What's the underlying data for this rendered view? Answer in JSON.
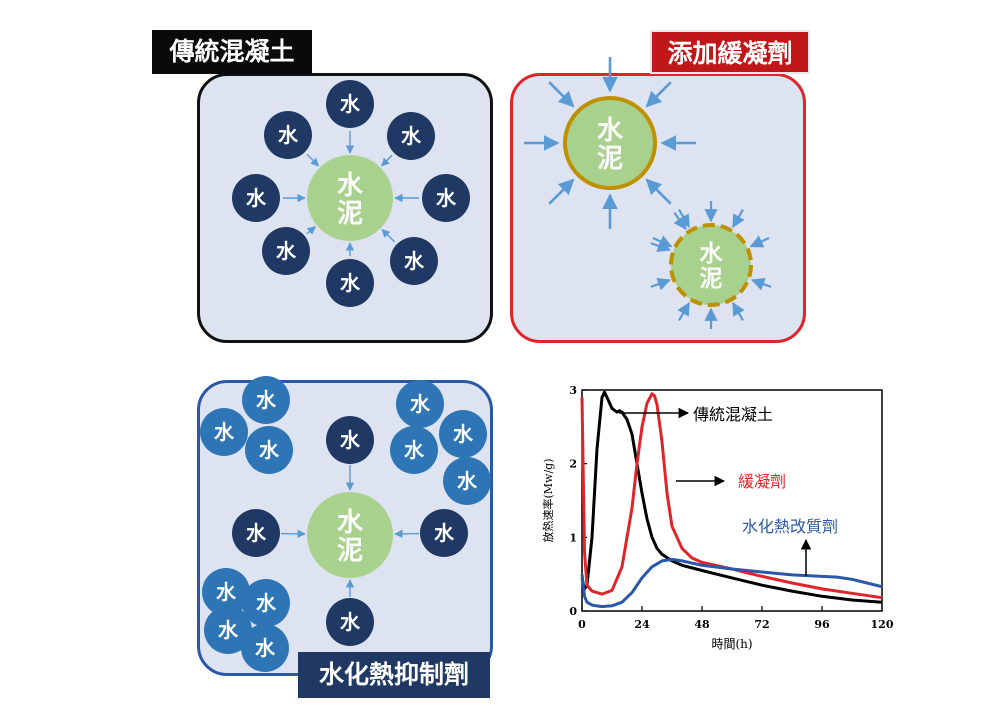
{
  "labels": {
    "traditional": "傳統混凝土",
    "retarder": "添加緩凝劑",
    "hydration_inhibitor": "水化熱抑制劑"
  },
  "particles": {
    "water": "水",
    "cement_line1": "水",
    "cement_line2": "泥"
  },
  "colors": {
    "water_dark": "#1f3864",
    "water_light": "#2e75b6",
    "cement_green": "#a9d18e",
    "coating_gold": "#bf9000",
    "arrow_blue": "#5b9bd5",
    "tag_red": "#c01818"
  },
  "chart_data": {
    "type": "line",
    "xlabel": "時間(h)",
    "ylabel": "放熱速率(Mw/g)",
    "xlim": [
      0,
      120
    ],
    "ylim": [
      0,
      3
    ],
    "x_ticks": [
      "0",
      "24",
      "48",
      "72",
      "96",
      "120"
    ],
    "y_ticks": [
      "0",
      "1",
      "2",
      "3"
    ],
    "series": [
      {
        "name": "傳統混凝土",
        "color": "#000000",
        "x": [
          0,
          1,
          2,
          4,
          6,
          8,
          9,
          10,
          12,
          14,
          15,
          16,
          18,
          20,
          22,
          24,
          26,
          28,
          30,
          32,
          36,
          40,
          48,
          60,
          72,
          84,
          96,
          108,
          120
        ],
        "y": [
          0.45,
          0.3,
          0.35,
          1.0,
          2.2,
          2.9,
          2.97,
          2.9,
          2.75,
          2.7,
          2.72,
          2.7,
          2.6,
          2.4,
          2.0,
          1.6,
          1.25,
          1.0,
          0.85,
          0.77,
          0.68,
          0.62,
          0.55,
          0.45,
          0.35,
          0.27,
          0.2,
          0.15,
          0.12
        ]
      },
      {
        "name": "緩凝劑",
        "color": "#e0252a",
        "x": [
          0,
          1,
          2,
          4,
          8,
          12,
          16,
          20,
          22,
          24,
          26,
          28,
          29,
          30,
          32,
          34,
          36,
          40,
          44,
          48,
          60,
          72,
          84,
          96,
          108,
          120
        ],
        "y": [
          2.9,
          0.8,
          0.35,
          0.27,
          0.23,
          0.28,
          0.6,
          1.4,
          2.0,
          2.5,
          2.82,
          2.95,
          2.92,
          2.8,
          2.3,
          1.6,
          1.15,
          0.85,
          0.72,
          0.66,
          0.57,
          0.47,
          0.38,
          0.3,
          0.24,
          0.18
        ]
      },
      {
        "name": "水化熱改質劑",
        "color": "#2b57a8",
        "x": [
          0,
          1,
          2,
          4,
          8,
          12,
          16,
          20,
          24,
          28,
          32,
          36,
          40,
          48,
          60,
          72,
          84,
          90,
          96,
          102,
          108,
          114,
          120
        ],
        "y": [
          0.5,
          0.2,
          0.12,
          0.08,
          0.06,
          0.07,
          0.12,
          0.25,
          0.45,
          0.6,
          0.68,
          0.7,
          0.68,
          0.62,
          0.57,
          0.53,
          0.49,
          0.48,
          0.47,
          0.46,
          0.43,
          0.38,
          0.33
        ]
      }
    ],
    "annotations": [
      "傳統混凝土",
      "緩凝劑",
      "水化熱改質劑"
    ]
  }
}
